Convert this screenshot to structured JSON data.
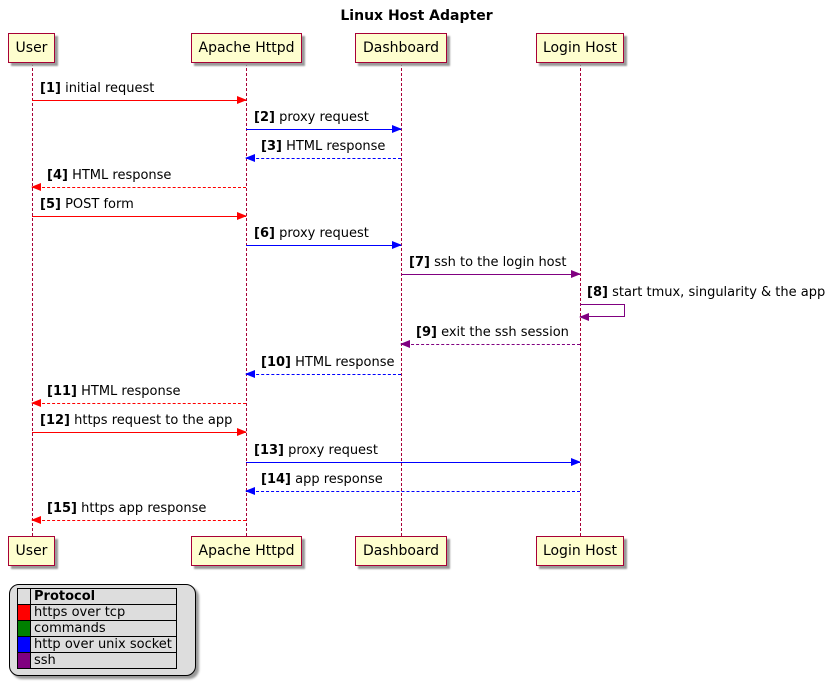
{
  "title": "Linux Host Adapter",
  "participants": [
    {
      "name": "User"
    },
    {
      "name": "Apache Httpd"
    },
    {
      "name": "Dashboard"
    },
    {
      "name": "Login Host"
    }
  ],
  "messages": [
    {
      "num": "[1]",
      "label": "initial request",
      "from": "User",
      "to": "Apache Httpd",
      "protocol": "https over tcp",
      "line": "solid"
    },
    {
      "num": "[2]",
      "label": "proxy request",
      "from": "Apache Httpd",
      "to": "Dashboard",
      "protocol": "http over unix socket",
      "line": "solid"
    },
    {
      "num": "[3]",
      "label": "HTML response",
      "from": "Dashboard",
      "to": "Apache Httpd",
      "protocol": "http over unix socket",
      "line": "dashed"
    },
    {
      "num": "[4]",
      "label": "HTML response",
      "from": "Apache Httpd",
      "to": "User",
      "protocol": "https over tcp",
      "line": "dashed"
    },
    {
      "num": "[5]",
      "label": "POST form",
      "from": "User",
      "to": "Apache Httpd",
      "protocol": "https over tcp",
      "line": "solid"
    },
    {
      "num": "[6]",
      "label": "proxy request",
      "from": "Apache Httpd",
      "to": "Dashboard",
      "protocol": "http over unix socket",
      "line": "solid"
    },
    {
      "num": "[7]",
      "label": "ssh to the login host",
      "from": "Dashboard",
      "to": "Login Host",
      "protocol": "ssh",
      "line": "solid"
    },
    {
      "num": "[8]",
      "label": "start tmux, singularity & the app",
      "from": "Login Host",
      "to": "Login Host",
      "protocol": "ssh",
      "line": "solid"
    },
    {
      "num": "[9]",
      "label": "exit the ssh session",
      "from": "Login Host",
      "to": "Dashboard",
      "protocol": "ssh",
      "line": "dashed"
    },
    {
      "num": "[10]",
      "label": "HTML response",
      "from": "Dashboard",
      "to": "Apache Httpd",
      "protocol": "http over unix socket",
      "line": "dashed"
    },
    {
      "num": "[11]",
      "label": "HTML response",
      "from": "Apache Httpd",
      "to": "User",
      "protocol": "https over tcp",
      "line": "dashed"
    },
    {
      "num": "[12]",
      "label": "https request to the app",
      "from": "User",
      "to": "Apache Httpd",
      "protocol": "https over tcp",
      "line": "solid"
    },
    {
      "num": "[13]",
      "label": "proxy request",
      "from": "Apache Httpd",
      "to": "Login Host",
      "protocol": "http over unix socket",
      "line": "solid"
    },
    {
      "num": "[14]",
      "label": "app response",
      "from": "Login Host",
      "to": "Apache Httpd",
      "protocol": "http over unix socket",
      "line": "dashed"
    },
    {
      "num": "[15]",
      "label": "https app response",
      "from": "Apache Httpd",
      "to": "User",
      "protocol": "https over tcp",
      "line": "dashed"
    }
  ],
  "legend": {
    "header": "Protocol",
    "entries": [
      {
        "label": "https over tcp",
        "color": "#FF0000"
      },
      {
        "label": "commands",
        "color": "#008000"
      },
      {
        "label": "http over unix socket",
        "color": "#0000FF"
      },
      {
        "label": "ssh",
        "color": "#800080"
      }
    ]
  },
  "colors": {
    "participant_fill": "#FEFECE",
    "participant_border": "#A80036",
    "lifeline": "#A80036",
    "https_over_tcp": "#FF0000",
    "commands": "#008000",
    "http_over_unix_socket": "#0000FF",
    "ssh": "#800080"
  }
}
